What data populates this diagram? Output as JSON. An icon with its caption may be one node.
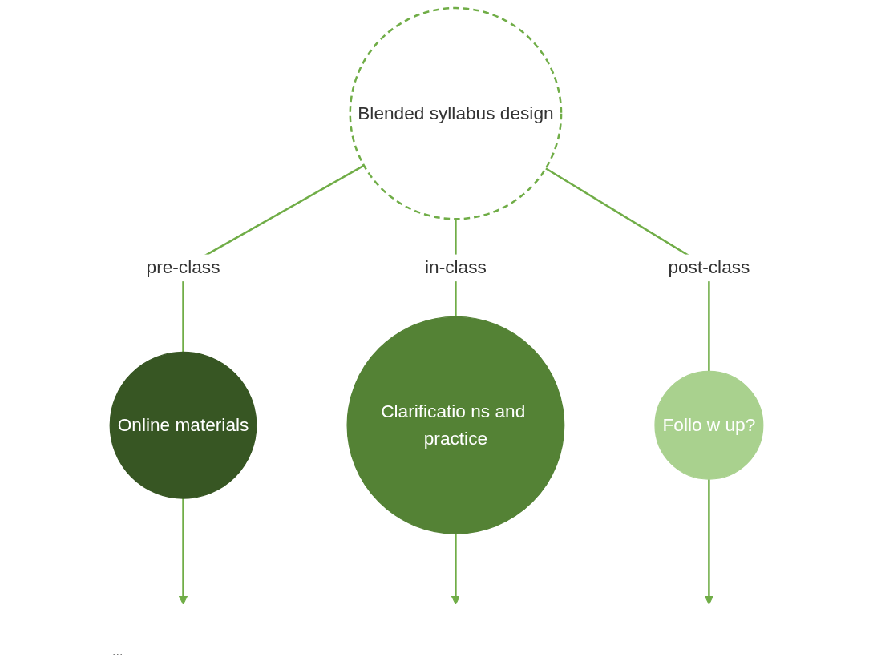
{
  "diagram": {
    "nodes": [
      {
        "text": [
          "Blended syllabus design"
        ]
      },
      {
        "text": [
          "Online materials"
        ]
      },
      {
        "text": [
          "Clarificatio ns and practice"
        ]
      },
      {
        "text": [
          "Follo w up?"
        ]
      }
    ],
    "edges": [
      {
        "from": 0,
        "to": 1,
        "arrow": "none",
        "label": "pre-class"
      },
      {
        "from": 0,
        "to": 2,
        "arrow": "none",
        "label": "in-class"
      },
      {
        "from": 0,
        "to": 3,
        "arrow": "none",
        "label": "post-class"
      },
      {
        "from": 1,
        "to": null,
        "arrow": "to"
      },
      {
        "from": 2,
        "to": null,
        "arrow": "to"
      },
      {
        "from": 3,
        "to": null,
        "arrow": "to"
      }
    ],
    "labels": [
      "..."
    ]
  }
}
